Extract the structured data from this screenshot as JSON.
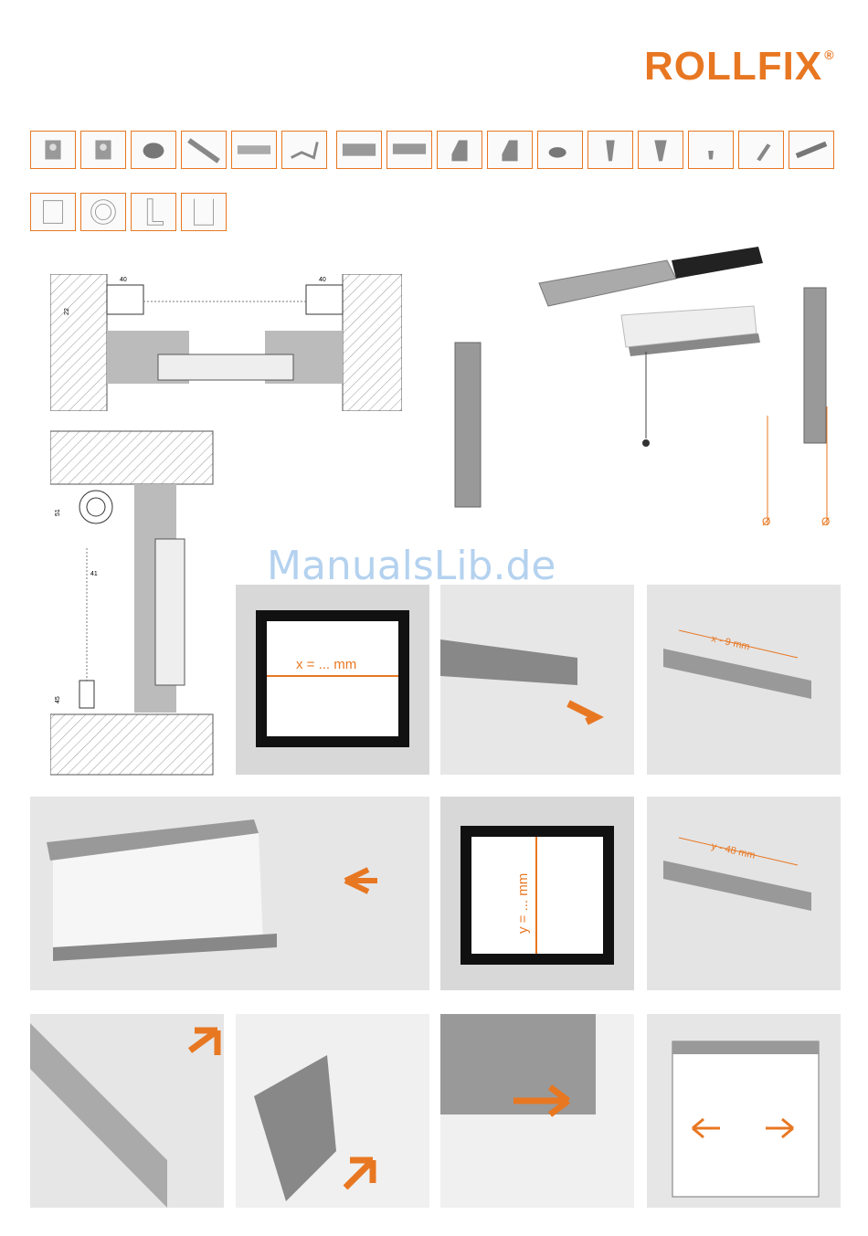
{
  "brand": {
    "name": "ROLLFIX",
    "mark": "®",
    "color": "#e87722"
  },
  "watermark": "ManualsLib.de",
  "dimensions": {
    "top_left": "40",
    "top_right": "40",
    "side": "22",
    "height": "51",
    "width": "41",
    "bottom": "45"
  },
  "steps": {
    "measure_width": "x = ... mm",
    "cut_width": "x - 9 mm",
    "measure_height": "y = ... mm",
    "cut_height": "y - 48 mm"
  },
  "accent": "#e87722",
  "diameter_symbol": "Ø"
}
